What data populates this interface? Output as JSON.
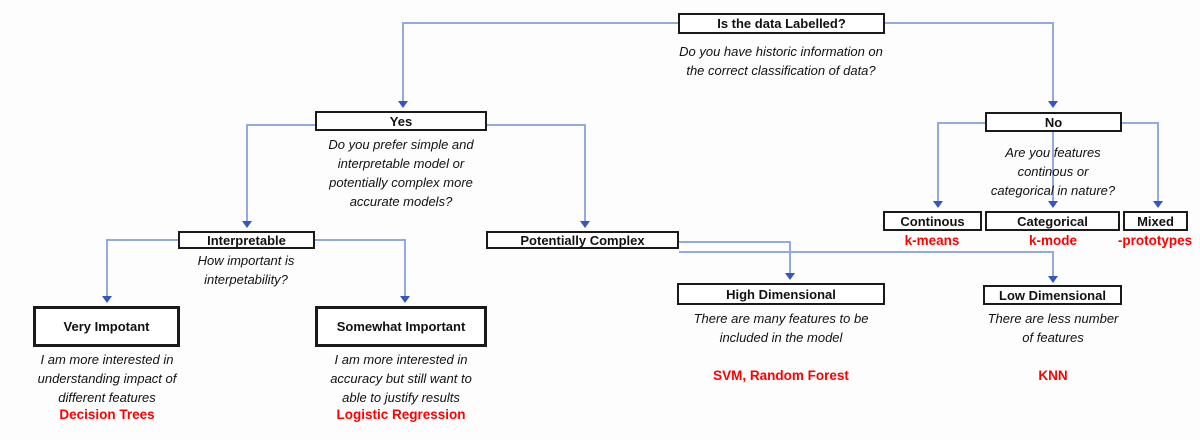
{
  "colors": {
    "line": "#92aadc",
    "arrow": "#3456c0",
    "algorithm": "#fe0000",
    "border": "#1a1a1a",
    "bg": "#fdfdfd"
  },
  "nodes": {
    "root": {
      "label": "Is the data Labelled?",
      "question": "Do you have historic information on\nthe correct classification of data?"
    },
    "yes": {
      "label": "Yes",
      "question": "Do you prefer simple and\ninterpretable model or\npotentially complex more\naccurate models?"
    },
    "no": {
      "label": "No",
      "question": "Are you features\ncontinous or\ncategorical in nature?"
    },
    "interpretable": {
      "label": "Interpretable",
      "question": "How important is\ninterpetability?"
    },
    "potentially_complex": {
      "label": "Potentially Complex"
    },
    "continous": {
      "label": "Continous",
      "algorithm": "k-means"
    },
    "categorical": {
      "label": "Categorical",
      "algorithm": "k-mode"
    },
    "mixed": {
      "label": "Mixed",
      "algorithm": "-prototypes"
    },
    "very_important": {
      "label": "Very Impotant",
      "question": "I am more interested in\nunderstanding impact of\ndifferent features",
      "algorithm": "Decision Trees"
    },
    "somewhat_important": {
      "label": "Somewhat Important",
      "question": "I am more interested in\naccuracy but still want to\nable to justify results",
      "algorithm": "Logistic Regression"
    },
    "high_dimensional": {
      "label": "High Dimensional",
      "question": "There are many features to be\nincluded in the model",
      "algorithm": "SVM, Random Forest"
    },
    "low_dimensional": {
      "label": "Low Dimensional",
      "question": "There are less number\nof features",
      "algorithm": "KNN"
    }
  }
}
